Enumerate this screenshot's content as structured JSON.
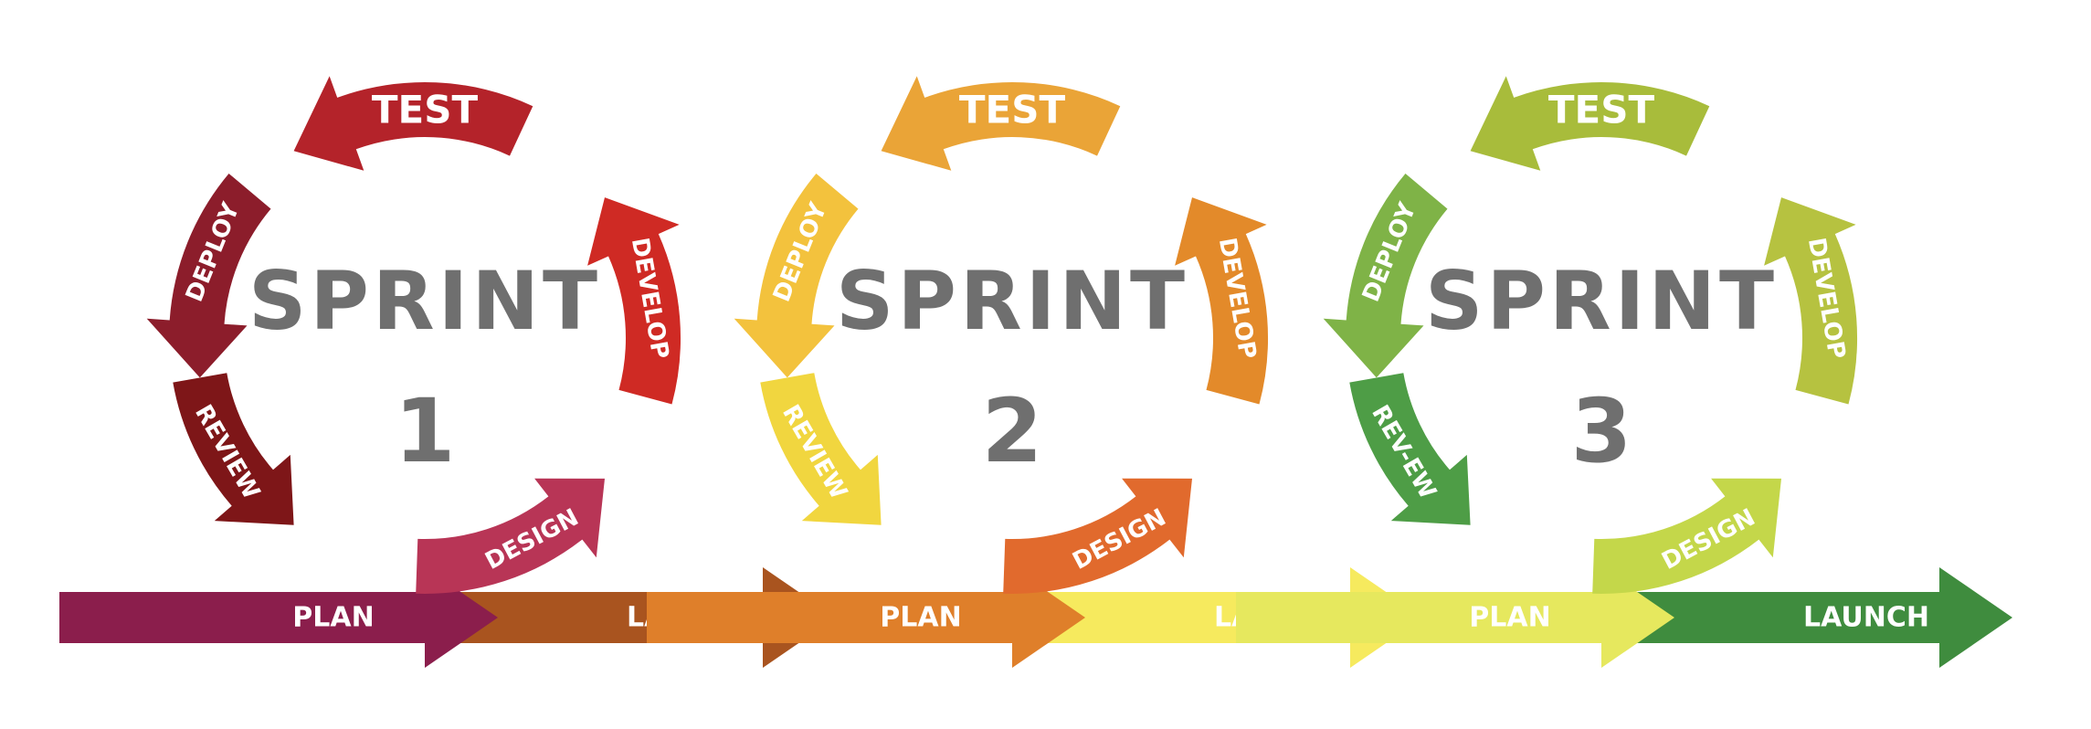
{
  "sprints": [
    {
      "title": "SPRINT",
      "number": "1",
      "segments": {
        "test": {
          "label": "TEST",
          "color": "#b4232a"
        },
        "develop": {
          "label": "DEVELOP",
          "color": "#cf2a24"
        },
        "design": {
          "label": "DESIGN",
          "color": "#b83556"
        },
        "review": {
          "label": "REVIEW",
          "color": "#7e1618"
        },
        "deploy": {
          "label": "DEPLOY",
          "color": "#8c1d2b"
        }
      },
      "plan": {
        "label": "PLAN",
        "color": "#8b1e4c"
      },
      "launch": {
        "label": "LAUNCH",
        "color": "#a9541f"
      }
    },
    {
      "title": "SPRINT",
      "number": "2",
      "segments": {
        "test": {
          "label": "TEST",
          "color": "#eaa437"
        },
        "develop": {
          "label": "DEVELOP",
          "color": "#e38a2a"
        },
        "design": {
          "label": "DESIGN",
          "color": "#e16a2d"
        },
        "review": {
          "label": "REVIEW",
          "color": "#f1d63f"
        },
        "deploy": {
          "label": "DEPLOY",
          "color": "#f3c23d"
        }
      },
      "plan": {
        "label": "PLAN",
        "color": "#df7f2a"
      },
      "launch": {
        "label": "LAUNCH",
        "color": "#f6ea5e"
      }
    },
    {
      "title": "SPRINT",
      "number": "3",
      "segments": {
        "test": {
          "label": "TEST",
          "color": "#a8bc3b"
        },
        "develop": {
          "label": "DEVELOP",
          "color": "#b6c240"
        },
        "design": {
          "label": "DESIGN",
          "color": "#c4d74a"
        },
        "review": {
          "label": "REV-EW",
          "color": "#4e9d46"
        },
        "deploy": {
          "label": "DEPLOY",
          "color": "#7fb347"
        }
      },
      "plan": {
        "label": "PLAN",
        "color": "#e6e85e"
      },
      "launch": {
        "label": "LAUNCH",
        "color": "#3f8c3e"
      }
    }
  ]
}
